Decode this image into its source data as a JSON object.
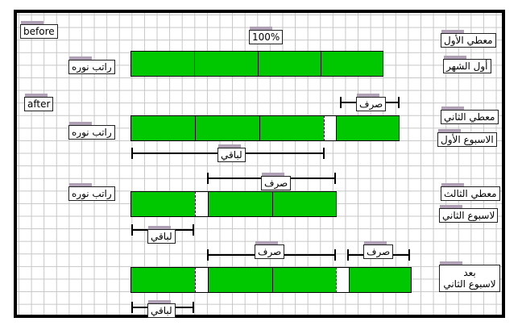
{
  "labels": {
    "before": "before",
    "after": "after",
    "percent": "100%",
    "giver_first": "معطي الأول",
    "start_month": "أول الشهر",
    "giver_second": "معطي الثاني",
    "week_first": "الاسبوع الأول",
    "giver_third": "معطي الثالث",
    "week_second": "لاسبوع الثاني",
    "after_line1": "بعد",
    "after_line2": "لاسبوع الثاني",
    "salary_1": "راتب نوره",
    "salary_2": "راتب نوره",
    "salary_3": "راتب نوره",
    "spent_1": "صرف",
    "spent_2": "صرف",
    "spent_3a": "صرف",
    "spent_3b": "صرف",
    "remaining_1": "لباقي",
    "remaining_2": "لباقي",
    "remaining_3": "لباقي"
  },
  "colors": {
    "bar_fill": "#00c800",
    "label_tab": "#b0a0b6",
    "grid": "#c6c6c6"
  }
}
